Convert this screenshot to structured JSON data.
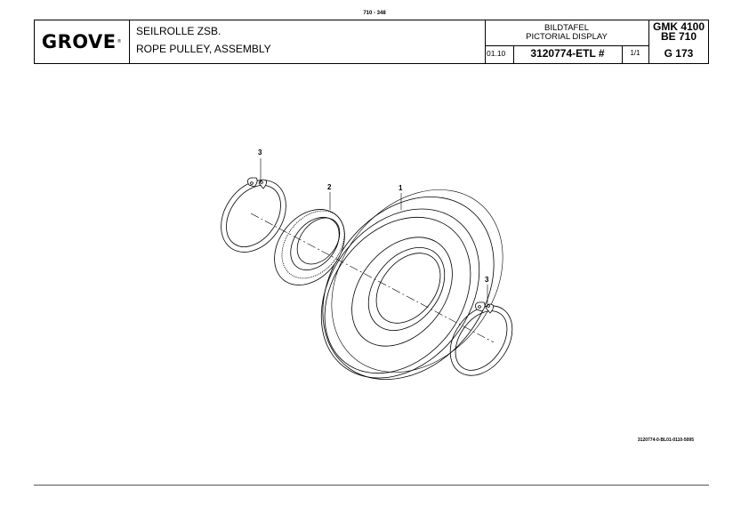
{
  "page_number": "710 - 348",
  "title_block": {
    "logo": "GROVE",
    "logo_mark": "®",
    "title_de": "SEILROLLE ZSB.",
    "title_en": "ROPE PULLEY, ASSEMBLY",
    "doc_type_de": "BILDTAFEL",
    "doc_type_en": "PICTORIAL DISPLAY",
    "date": "01.10",
    "part_number": "3120774-ETL #",
    "sheet": "1/1",
    "model": "GMK 4100",
    "model_sub": "BE 710",
    "group": "G 173"
  },
  "callouts": [
    "3",
    "2",
    "1",
    "3"
  ],
  "parts": [
    "retaining-ring",
    "bearing",
    "rope-pulley",
    "retaining-ring"
  ],
  "drawing_id": "3120774-0-BL01-0110-5095"
}
